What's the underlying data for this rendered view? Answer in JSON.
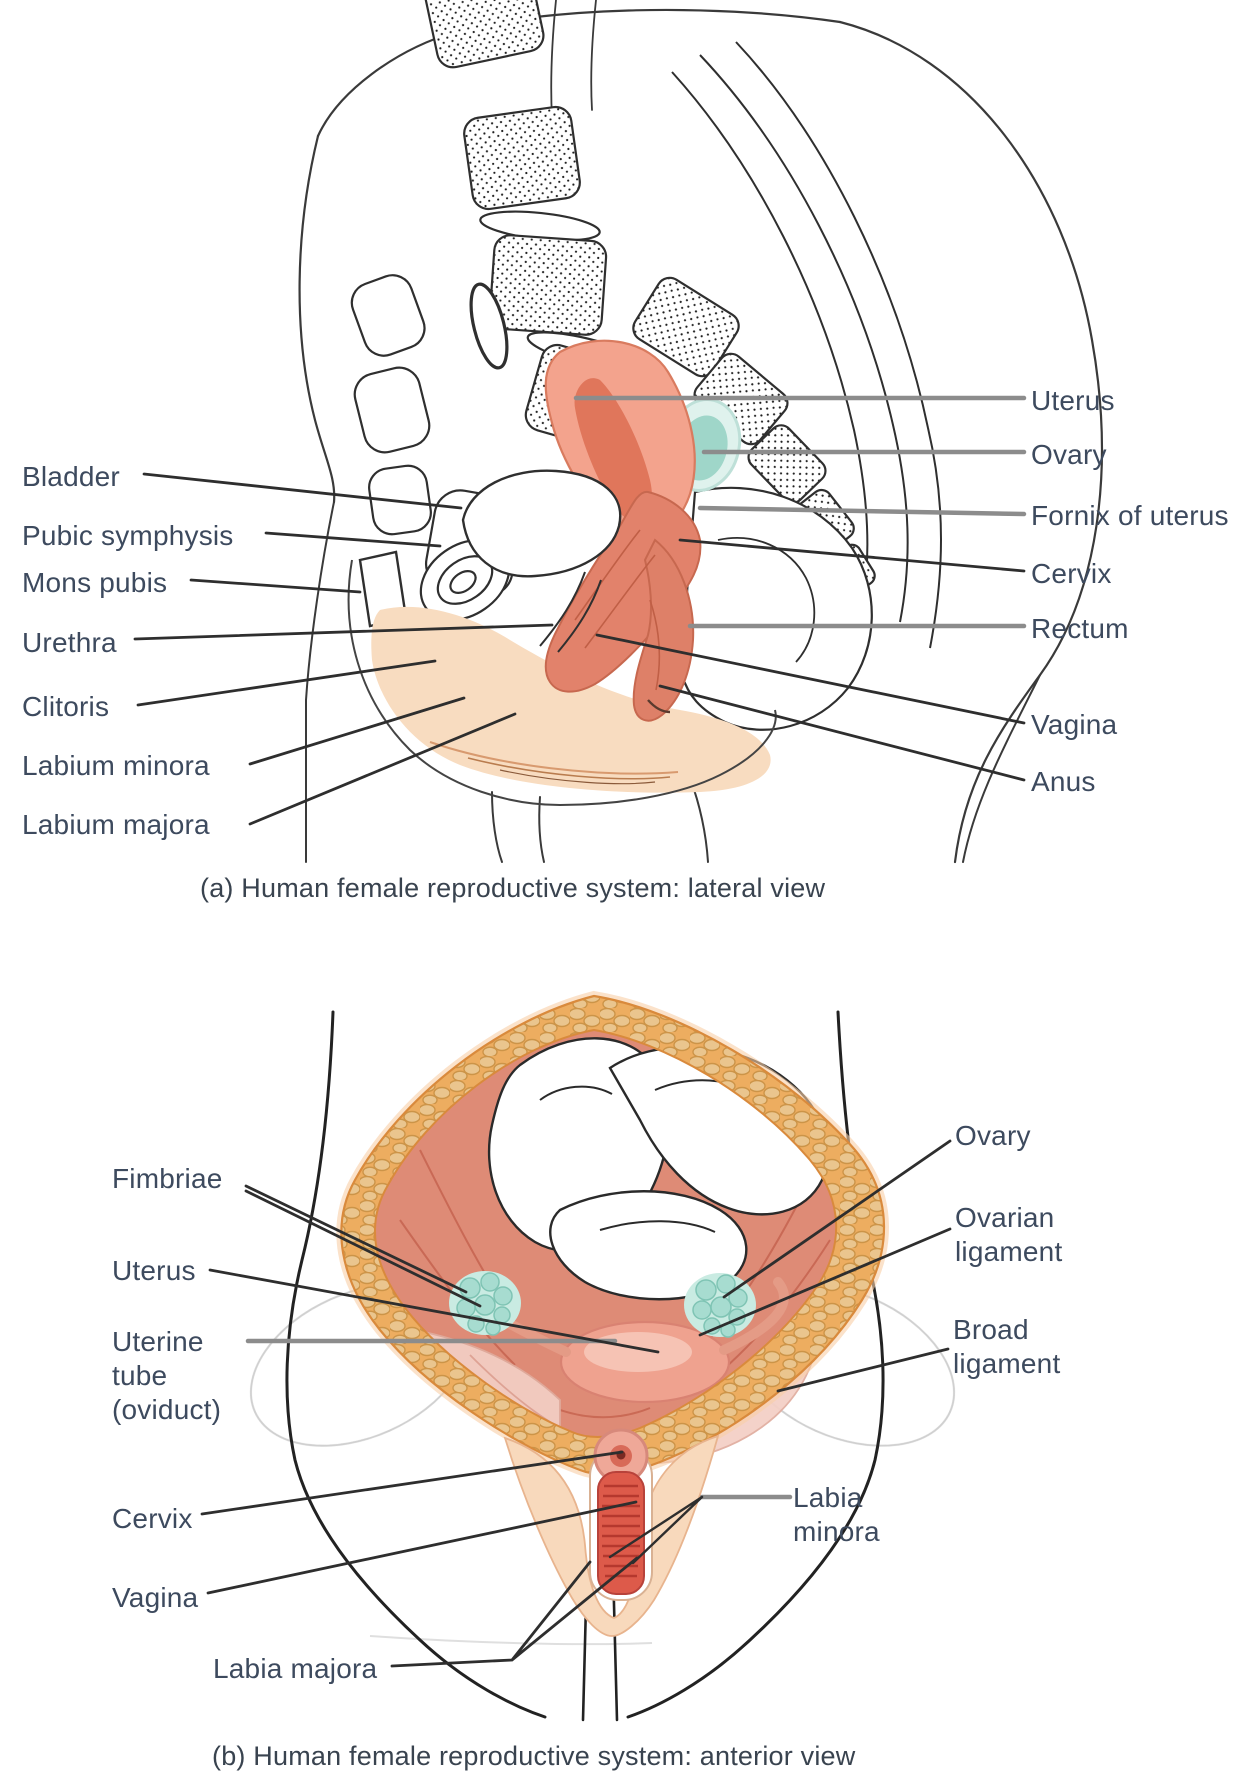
{
  "figure": {
    "panel_a": {
      "caption": "(a) Human female reproductive system: lateral view",
      "left_labels": [
        "Bladder",
        "Pubic symphysis",
        "Mons pubis",
        "Urethra",
        "Clitoris",
        "Labium minora",
        "Labium majora"
      ],
      "right_labels": [
        "Uterus",
        "Ovary",
        "Fornix of uterus",
        "Cervix",
        "Rectum",
        "Vagina",
        "Anus"
      ]
    },
    "panel_b": {
      "caption": "(b) Human female reproductive system: anterior view",
      "left_labels": [
        "Fimbriae",
        "Uterus",
        "Uterine tube (oviduct)",
        "Cervix",
        "Vagina",
        "Labia majora"
      ],
      "right_labels": [
        "Ovary",
        "Ovarian ligament",
        "Broad ligament",
        "Labia minora"
      ]
    },
    "colors": {
      "label_text": "#3d4a5e",
      "leader_gray": "#8c8c8c",
      "leader_dark": "#2e2e2e",
      "uterus_salmon": "#f3a38d",
      "vagina_red": "#dd5a4a",
      "ovary_teal": "#a7dcd0",
      "fat_orange": "#efac5e",
      "cavity_pink": "#de8b76",
      "skin_peach": "#f8dcc0"
    }
  }
}
